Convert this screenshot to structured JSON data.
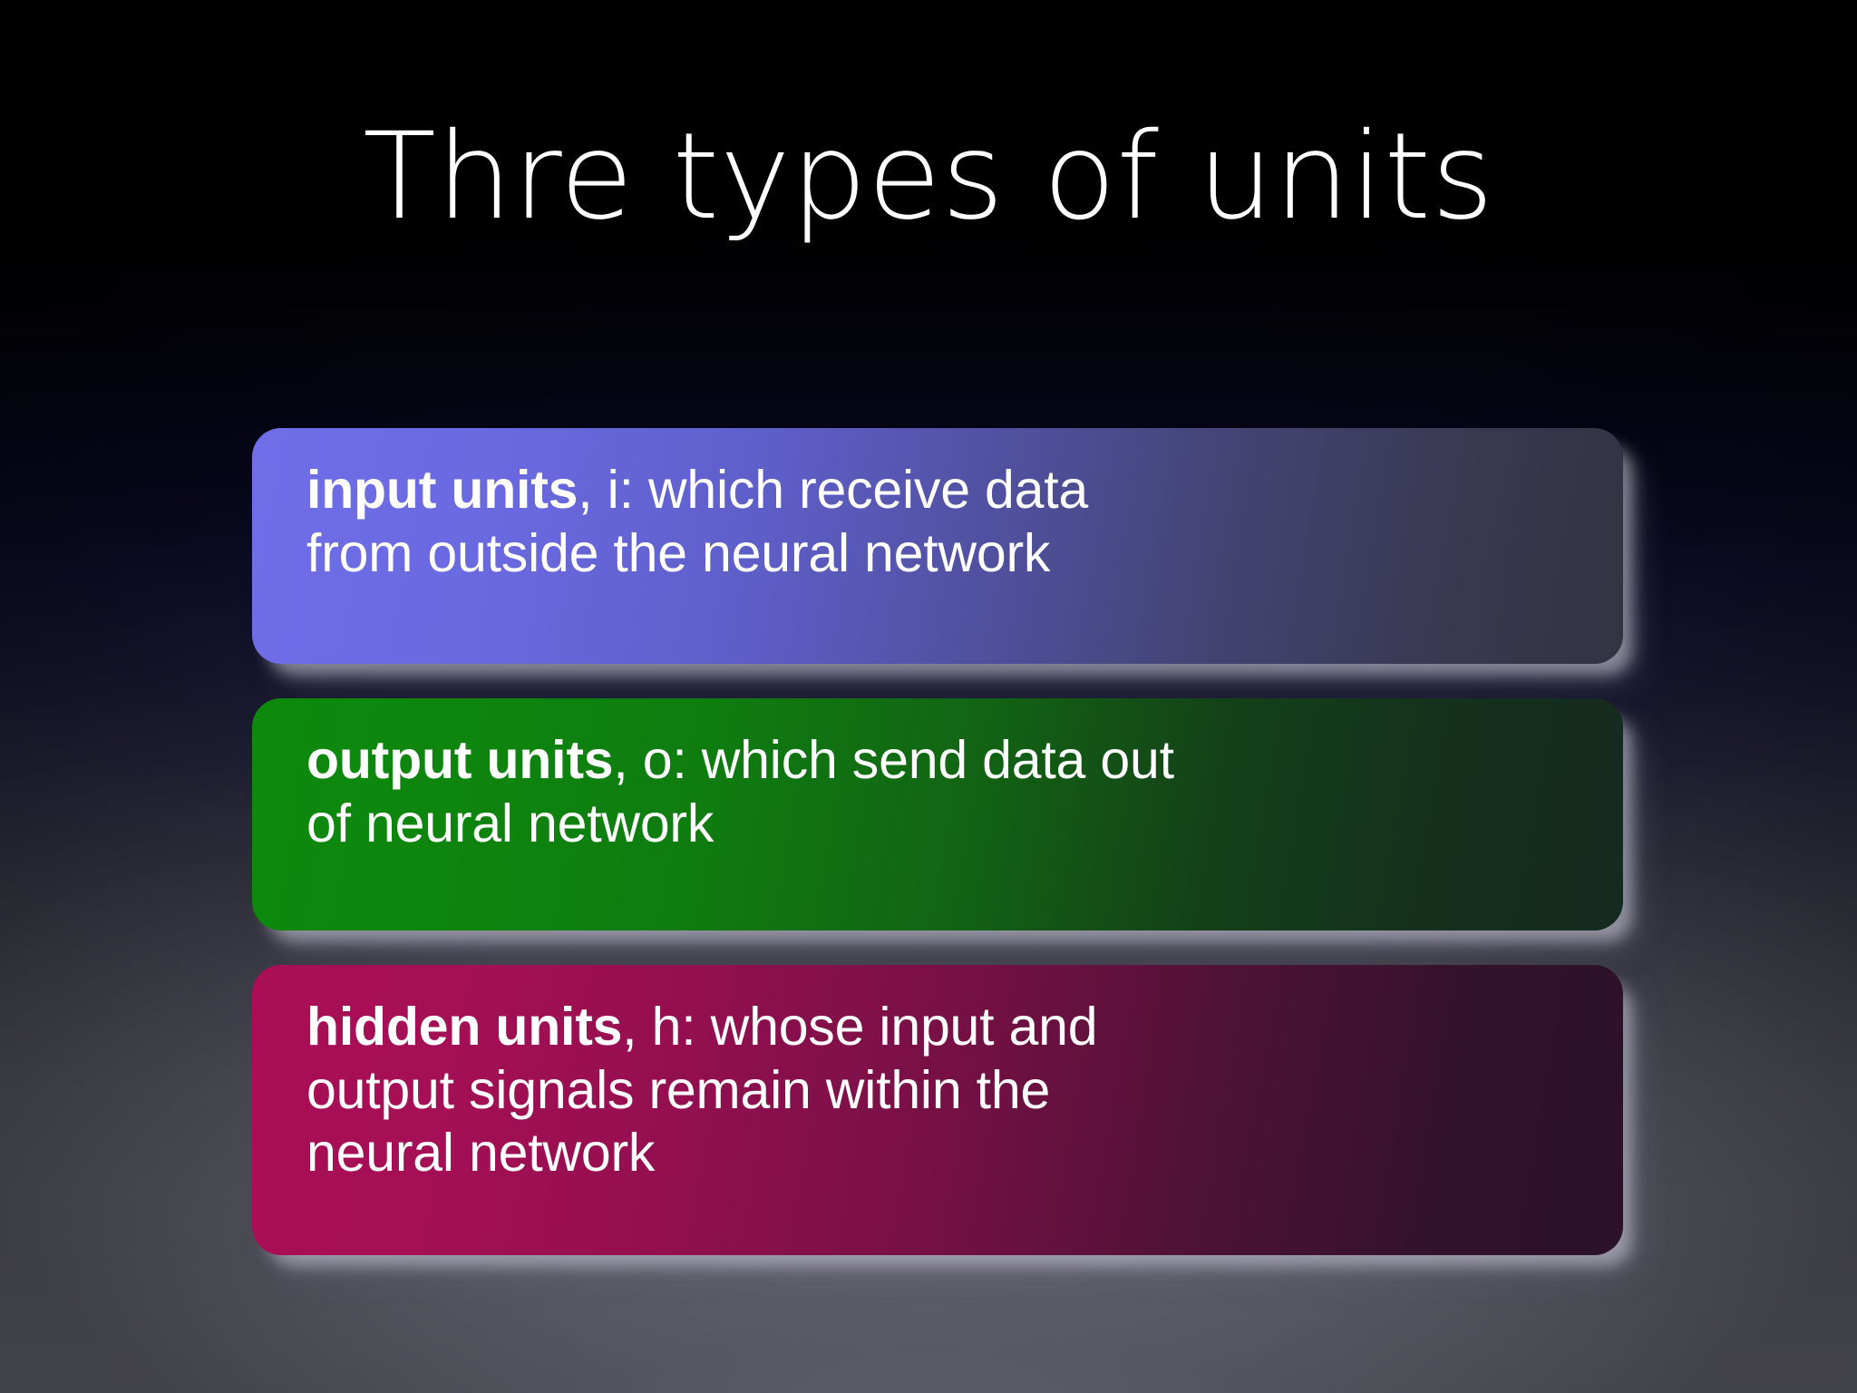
{
  "slide": {
    "title": "Thre types of units",
    "background": {
      "top_color": "#000000",
      "bottom_color": "#6e6e79"
    },
    "text_color": "#ffffff",
    "items": [
      {
        "name": "input-units",
        "accent_color": "#6f6ee8",
        "gradient_end": "#333343",
        "lead": "input units",
        "rest": ", i: which receive data",
        "line2": "from outside the neural network"
      },
      {
        "name": "output-units",
        "accent_color": "#0d8a0d",
        "gradient_end": "#152a20",
        "lead": "output units",
        "rest": ", o: which send data out",
        "line2": "of neural network"
      },
      {
        "name": "hidden-units",
        "accent_color": "#ab0e56",
        "gradient_end": "#2b1228",
        "lead": "hidden units",
        "rest": ", h: whose input and",
        "line2": "output signals remain within the",
        "line3": "neural network"
      }
    ]
  }
}
